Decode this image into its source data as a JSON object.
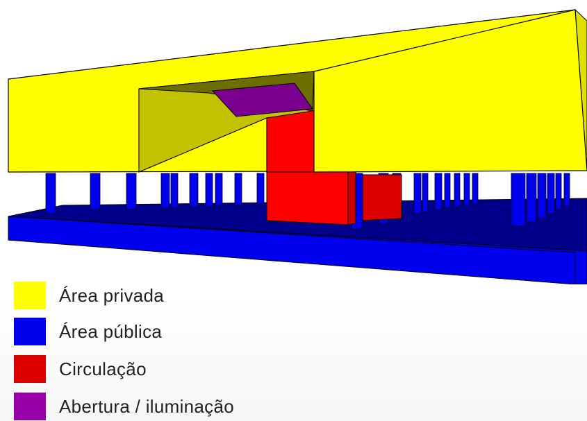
{
  "colors": {
    "privada_top": "#ffff00",
    "privada_shade": "#c8c800",
    "publica": "#0000ee",
    "publica_dark": "#00007a",
    "circulacao": "#ff0000",
    "circulacao_dark": "#c80000",
    "abertura": "#7a0090"
  },
  "legend": {
    "items": [
      {
        "label": "Área privada",
        "color": "#ffff00"
      },
      {
        "label": "Área pública",
        "color": "#0000ee"
      },
      {
        "label": "Circulação",
        "color": "#dd0000"
      },
      {
        "label": "Abertura / iluminação",
        "color": "#9900aa"
      }
    ]
  }
}
